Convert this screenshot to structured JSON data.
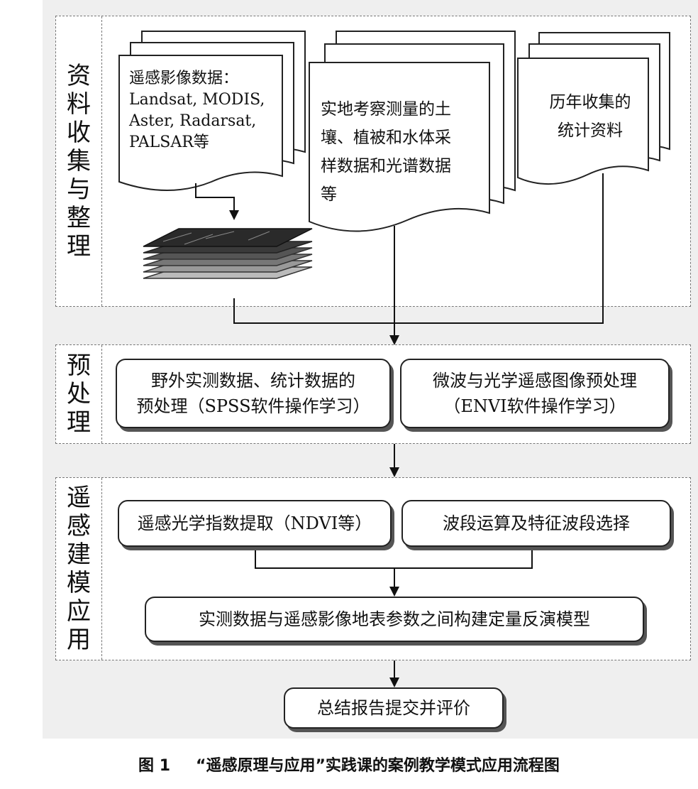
{
  "sections": {
    "collect": {
      "label": "资料收集与整理"
    },
    "preprocess": {
      "label": "预处理"
    },
    "modeling": {
      "label": "遥感建模应用"
    }
  },
  "docs": {
    "rs_data": "遥感影像数据：\nLandsat, MODIS,\nAster, Radarsat,\nPALSAR等",
    "field_data": "实地考察测量的土\n壤、植被和水体采\n样数据和光谱数据\n等",
    "stat_data": "历年收集的\n统计资料"
  },
  "boxes": {
    "field_preprocess": "野外实测数据、统计数据的\n预处理（SPSS软件操作学习）",
    "image_preprocess": "微波与光学遥感图像预处理\n（ENVI软件操作学习）",
    "index_extract": "遥感光学指数提取（NDVI等）",
    "band_select": "波段运算及特征波段选择",
    "inversion_model": "实测数据与遥感影像地表参数之间构建定量反演模型",
    "summary": "总结报告提交并评价"
  },
  "caption": {
    "number": "图 1",
    "text": "“遥感原理与应用”实践课的案例教学模式应用流程图"
  }
}
